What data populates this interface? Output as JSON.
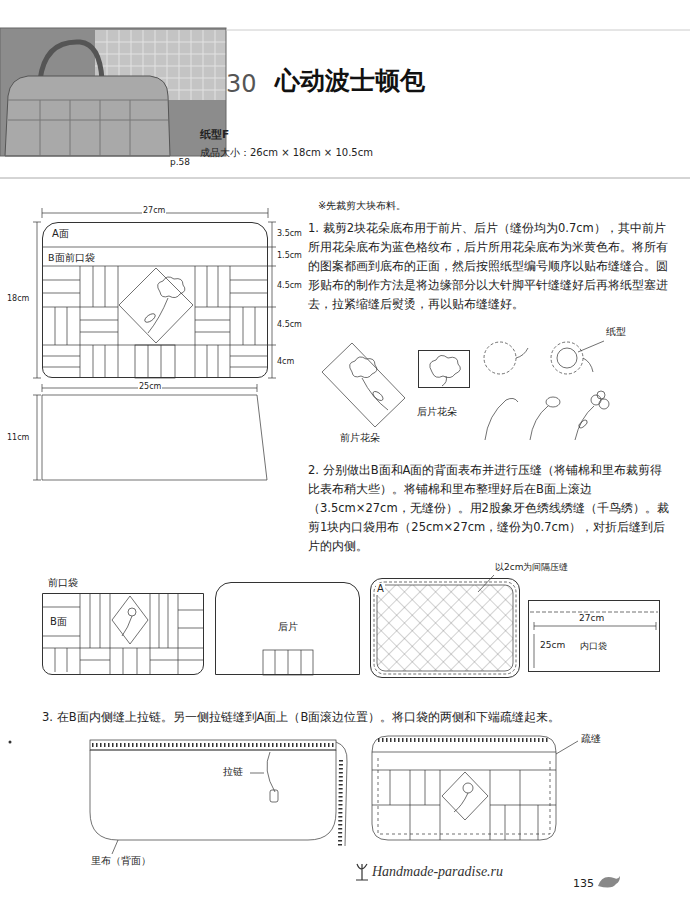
{
  "diagram": {
    "title": "心动波士顿包",
    "nodes": [
      {
        "text": [
          "A面",
          "B面前口袋"
        ]
      },
      {
        "text": [
          "后片花朵"
        ]
      },
      {
        "text": [
          "前口袋",
          "B面"
        ]
      },
      {
        "text": [
          "后片"
        ]
      },
      {
        "text": [
          "A"
        ]
      },
      {
        "text": [
          "内口袋"
        ]
      }
    ],
    "labels": [
      "30",
      "p.58",
      "纸型F",
      "成品大小：26cm × 18cm × 10.5cm",
      "27cm",
      "3.5cm",
      "1.5cm",
      "4.5cm",
      "4.5cm",
      "4cm",
      "18cm",
      "25cm",
      "11cm",
      "※先裁剪大块布料。",
      "1. 裁剪2块花朵底布用于前片、后片（缝份均为0.7cm），其中前片所用花朵底布为蓝色格纹布，后片所用花朵底布为米黄色布。将所有的图案都画到底布的正面，然后按照纸型编号顺序以贴布缝缝合。圆形贴布的制作方法是将边缘部分以大针脚平针缝缝好后再将纸型塞进去，拉紧缩缝后熨烫，再以贴布缝缝好。",
      "纸型",
      "前片花朵",
      "2. 分别做出B面和A面的背面表布并进行压缝（将铺棉和里布裁剪得比表布稍大些）。将铺棉和里布整理好后在B面上滚边（3.5cm×27cm，无缝份）。用2股象牙色绣线绣缝（千鸟绣）。裁剪1块内口袋用布（25cm×27cm，缝份为0.7cm），对折后缝到后片的内侧。",
      "以2cm为间隔压缝",
      "27cm",
      "25cm",
      "3. 在B面内侧缝上拉链。另一侧拉链缝到A面上（B面滚边位置）。将口袋的两侧和下端疏缝起来。",
      "拉链",
      "里布（背面）",
      "疏缝",
      "Handmade-paradise.ru",
      "135"
    ]
  }
}
